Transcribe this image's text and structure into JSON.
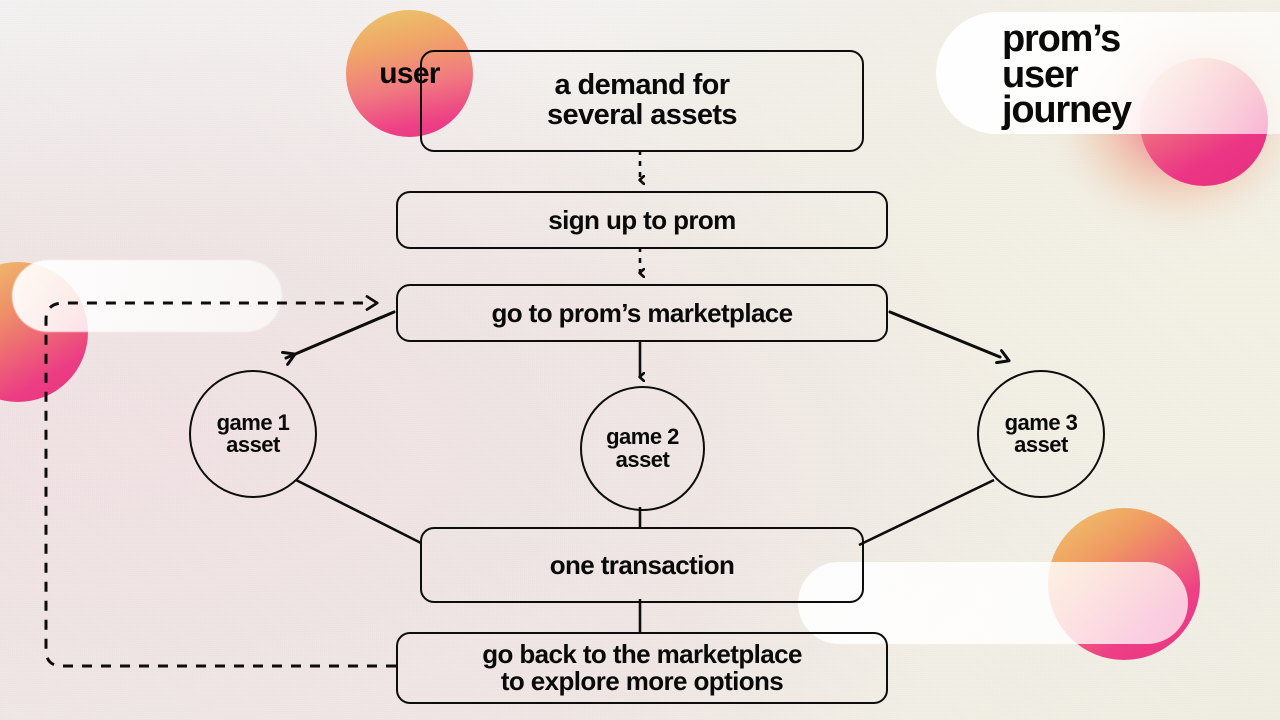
{
  "title": {
    "text": "prom’s\nuser\njourney"
  },
  "actor": {
    "label": "user"
  },
  "colors": {
    "ink": "#0a0a0a",
    "accent_pink": "#ec3585",
    "accent_orange": "#f0a568",
    "accent_yellow": "#eac96b",
    "background": "#f1efe9"
  },
  "flow": {
    "nodes": [
      {
        "id": "demand",
        "label": "a demand for\nseveral assets",
        "shape": "rounded-rect"
      },
      {
        "id": "signup",
        "label": "sign up to prom",
        "shape": "rounded-rect"
      },
      {
        "id": "marketplace",
        "label": "go to prom’s marketplace",
        "shape": "rounded-rect"
      },
      {
        "id": "game1",
        "label": "game 1\nasset",
        "shape": "circle"
      },
      {
        "id": "game2",
        "label": "game 2\nasset",
        "shape": "circle"
      },
      {
        "id": "game3",
        "label": "game 3\nasset",
        "shape": "circle"
      },
      {
        "id": "transaction",
        "label": "one transaction",
        "shape": "rounded-rect"
      },
      {
        "id": "goback",
        "label": "go back to the marketplace\nto explore more options",
        "shape": "rounded-rect"
      }
    ],
    "edges": [
      {
        "from": "demand",
        "to": "signup",
        "style": "dashed",
        "arrow": true
      },
      {
        "from": "signup",
        "to": "marketplace",
        "style": "dashed",
        "arrow": true
      },
      {
        "from": "marketplace",
        "to": "game1",
        "style": "solid",
        "arrow": true
      },
      {
        "from": "marketplace",
        "to": "game2",
        "style": "solid",
        "arrow": true
      },
      {
        "from": "marketplace",
        "to": "game3",
        "style": "solid",
        "arrow": true
      },
      {
        "from": "game1",
        "to": "transaction",
        "style": "solid",
        "arrow": false
      },
      {
        "from": "game2",
        "to": "transaction",
        "style": "solid",
        "arrow": false
      },
      {
        "from": "game3",
        "to": "transaction",
        "style": "solid",
        "arrow": false
      },
      {
        "from": "transaction",
        "to": "goback",
        "style": "solid",
        "arrow": false
      },
      {
        "from": "goback",
        "to": "marketplace",
        "style": "dashed",
        "arrow": true
      }
    ]
  }
}
